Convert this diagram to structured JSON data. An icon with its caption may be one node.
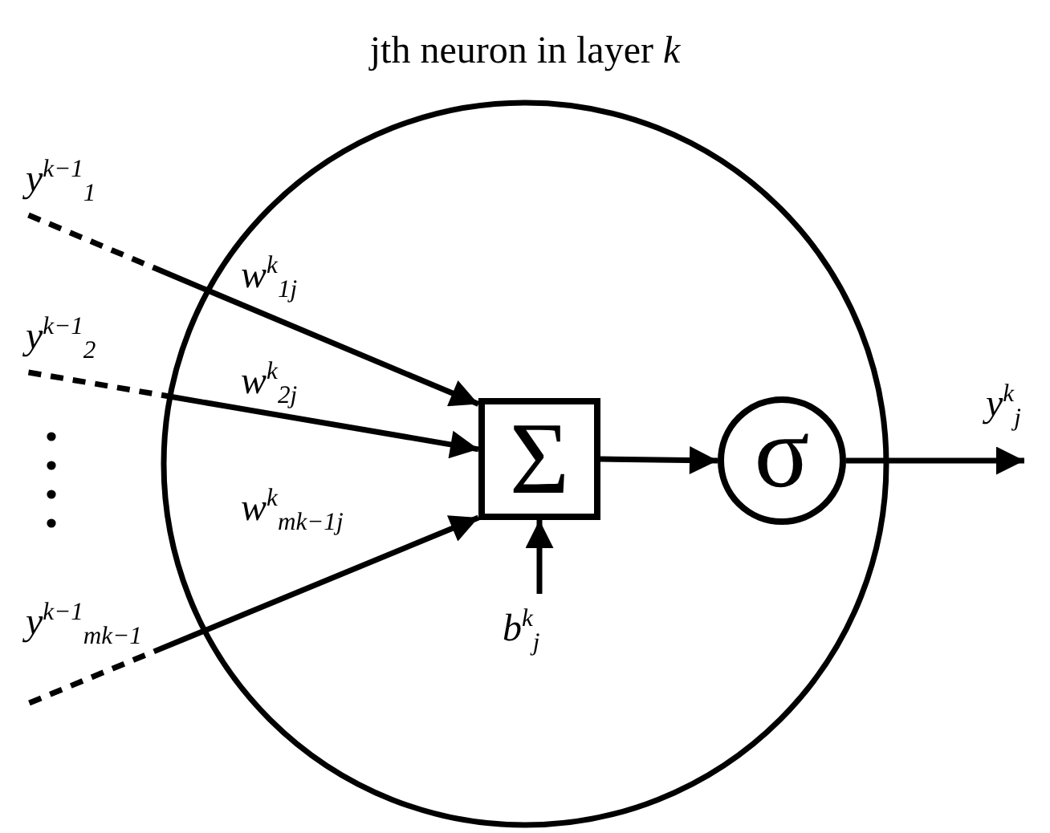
{
  "diagram": {
    "nodes": [
      {
        "text": [
          "jth neuron in layer *k*"
        ]
      },
      {
        "text": [
          "y$^{k−1}$$_{1}$"
        ]
      },
      {
        "text": [
          "y$^{k−1}$$_{2}$"
        ]
      },
      {
        "text": [
          "y$^{k−1}$$_{m}$$_{k−1}$"
        ]
      },
      {
        "text": [
          "Σ"
        ],
        "in": 0
      },
      {
        "text": [
          "σ"
        ],
        "in": 0
      },
      {
        "text": [
          "y$^{k}$$_{j}$"
        ]
      },
      {
        "text": [
          "b$^{k}$$_{j}$"
        ],
        "in": 0
      }
    ],
    "edges": [
      {
        "from": 1,
        "to": 4,
        "arrow": "to",
        "label": "w$^{k}$$_{1j}$",
        "style": "dashed"
      },
      {
        "from": 2,
        "to": 4,
        "arrow": "to",
        "label": "w$^{k}$$_{2j}$",
        "style": "dashed"
      },
      {
        "from": 3,
        "to": 4,
        "arrow": "to",
        "label": "w$^{k}$$_{m}$$_{k−1}$$_{j}$",
        "style": "dashed"
      },
      {
        "from": 7,
        "to": 4,
        "arrow": "to"
      },
      {
        "from": 4,
        "to": 5,
        "arrow": "to"
      },
      {
        "from": 5,
        "to": 6,
        "arrow": "to"
      }
    ]
  }
}
